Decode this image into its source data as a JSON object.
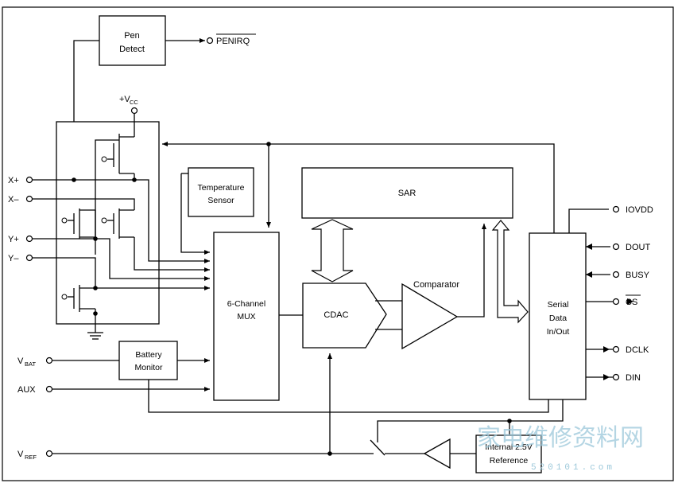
{
  "blocks": {
    "pen_detect": [
      "Pen",
      "Detect"
    ],
    "temp_sensor": [
      "Temperature",
      "Sensor"
    ],
    "sar": "SAR",
    "mux": [
      "6-Channel",
      "MUX"
    ],
    "cdac": "CDAC",
    "comparator": "Comparator",
    "serial": [
      "Serial",
      "Data",
      "In/Out"
    ],
    "battery": [
      "Battery",
      "Monitor"
    ],
    "reference": [
      "Internal 2.5V",
      "Reference"
    ]
  },
  "pins": {
    "penirq": "PENIRQ",
    "vcc": "+V",
    "vcc_sub": "CC",
    "xp": "X+",
    "xm": "X–",
    "yp": "Y+",
    "ym": "Y–",
    "vbat": "V",
    "vbat_sub": "BAT",
    "aux": "AUX",
    "vref": "V",
    "vref_sub": "REF",
    "iovdd": "IOVDD",
    "dout": "DOUT",
    "busy": "BUSY",
    "cs": "CS",
    "dclk": "DCLK",
    "din": "DIN"
  },
  "watermark": {
    "main": "家电维修资料网",
    "sub": "520101.com"
  }
}
